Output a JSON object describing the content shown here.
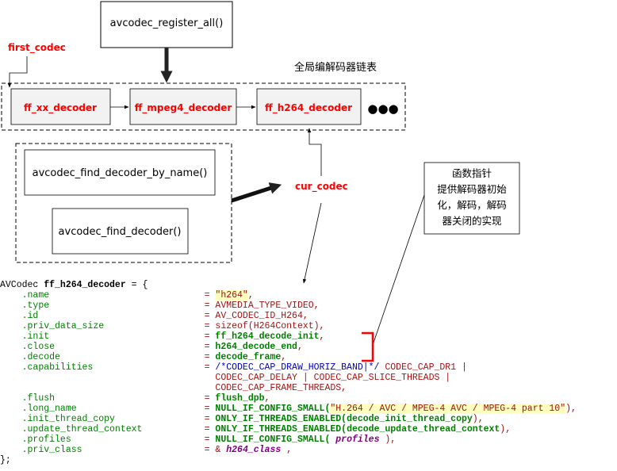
{
  "diagram": {
    "register_all": "avcodec_register_all()",
    "first_codec": "first_codec",
    "list_title": "全局编解码器链表",
    "decoders": [
      "ff_xx_decoder",
      "ff_mpeg4_decoder",
      "ff_h264_decoder"
    ],
    "ellipsis": "●●●",
    "find_by_name": "avcodec_find_decoder_by_name()",
    "find_decoder": "avcodec_find_decoder()",
    "cur_codec": "cur_codec",
    "callout_lines": [
      "函数指针",
      "提供解码器初始",
      "化，解码，解码",
      "器关闭的实现"
    ],
    "colors": {
      "red_label": "#ff0000",
      "box_fill": "#f2f2f2",
      "bracket": "#ff0000"
    }
  },
  "code": {
    "type": "AVCodec",
    "var": "ff_h264_decoder",
    "open": " = {",
    "close": "};",
    "eq": "= ",
    "name_f": ".name",
    "name_v": "\"h264\"",
    "name_s": ",",
    "type_f": ".type",
    "type_v": "AVMEDIA_TYPE_VIDEO,",
    "id_f": ".id",
    "id_v": "AV_CODEC_ID_H264,",
    "priv_f": ".priv_data_size",
    "priv_v": "sizeof(H264Context),",
    "init_f": ".init",
    "init_v": "ff_h264_decode_init",
    "close_f": ".close",
    "close_v": "h264_decode_end",
    "decode_f": ".decode",
    "decode_v": "decode_frame",
    "comma": ",",
    "cap_f": ".capabilities",
    "cap_comment": "/*CODEC_CAP_DRAW_HORIZ_BAND|*/",
    "cap_1": " CODEC_CAP_DR1 |",
    "cap_2": "CODEC_CAP_DELAY | CODEC_CAP_SLICE_THREADS |",
    "cap_3": "CODEC_CAP_FRAME_THREADS,",
    "flush_f": ".flush",
    "flush_v": "flush_dpb",
    "long_f": ".long_name",
    "long_a": "NULL_IF_CONFIG_SMALL(",
    "long_s": "\"H.264 / AVC / MPEG-4 AVC / MPEG-4 part 10\"",
    "long_b": "),",
    "itc_f": ".init_thread_copy",
    "itc_a": "ONLY_IF_THREADS_ENABLED(",
    "itc_b": "decode_init_thread_copy",
    "itc_c": "),",
    "utc_f": ".update_thread_context",
    "utc_a": "ONLY_IF_THREADS_ENABLED(",
    "utc_b": "decode_update_thread_context",
    "utc_c": "),",
    "prof_f": ".profiles",
    "prof_a": "NULL_IF_CONFIG_SMALL(",
    "prof_b": " profiles ",
    "prof_c": "),",
    "pc_f": ".priv_class",
    "pc_a": "& ",
    "pc_b": "h264_class",
    "pc_c": " ,"
  }
}
